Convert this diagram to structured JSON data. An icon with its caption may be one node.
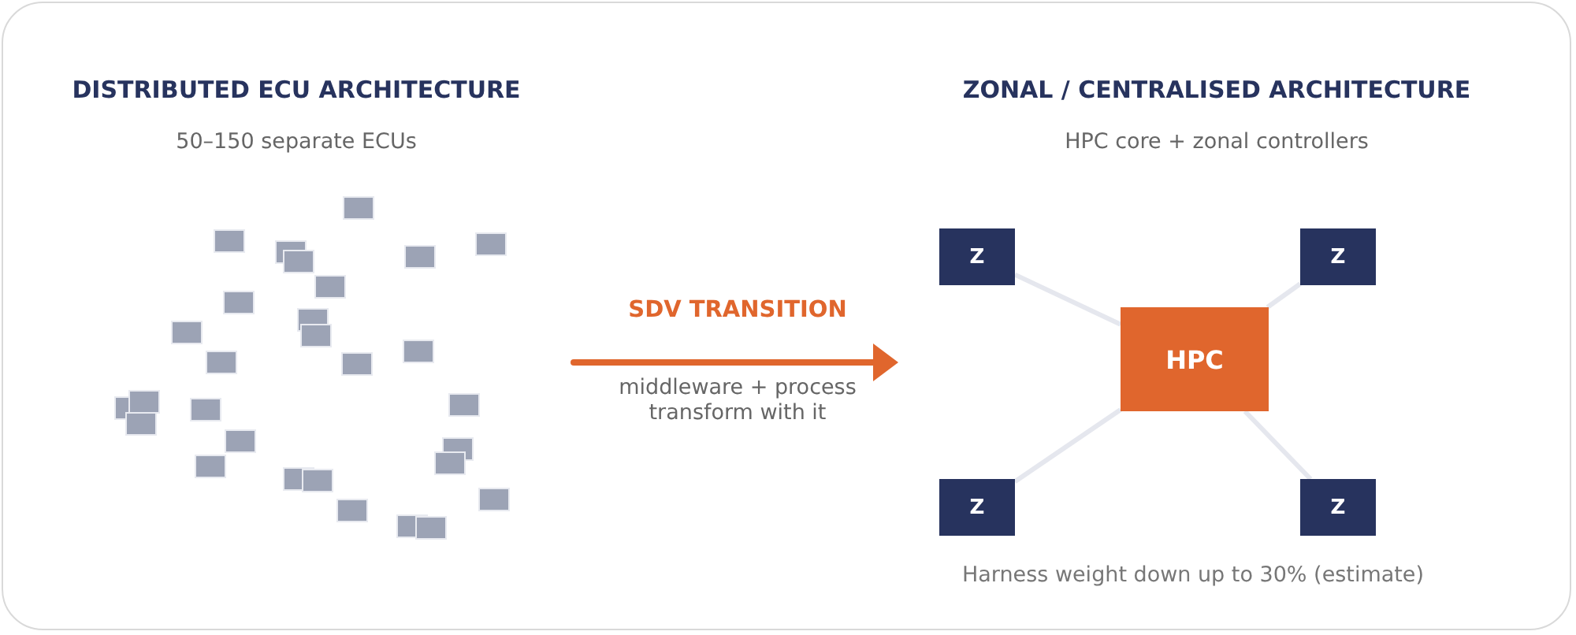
{
  "diagram": {
    "nodes": [
      {
        "text": [
          "Z"
        ]
      },
      {
        "text": [
          "Z"
        ]
      },
      {
        "text": [
          "HPC"
        ]
      },
      {
        "text": [
          "Z"
        ]
      },
      {
        "text": [
          "Z"
        ]
      }
    ],
    "edges": [
      {
        "from": 2,
        "to": 0,
        "arrow": "none"
      },
      {
        "from": 2,
        "to": 1,
        "arrow": "none"
      },
      {
        "from": 2,
        "to": 3,
        "arrow": "none"
      },
      {
        "from": 2,
        "to": 4,
        "arrow": "none"
      }
    ],
    "labels": [
      "DISTRIBUTED ECU ARCHITECTURE",
      "50–150 separate ECUs",
      "ZONAL / CENTRALISED ARCHITECTURE",
      "HPC core + zonal controllers",
      "SDV TRANSITION",
      "middleware + process transform with it",
      "Harness weight down up to 30% (estimate)"
    ]
  }
}
